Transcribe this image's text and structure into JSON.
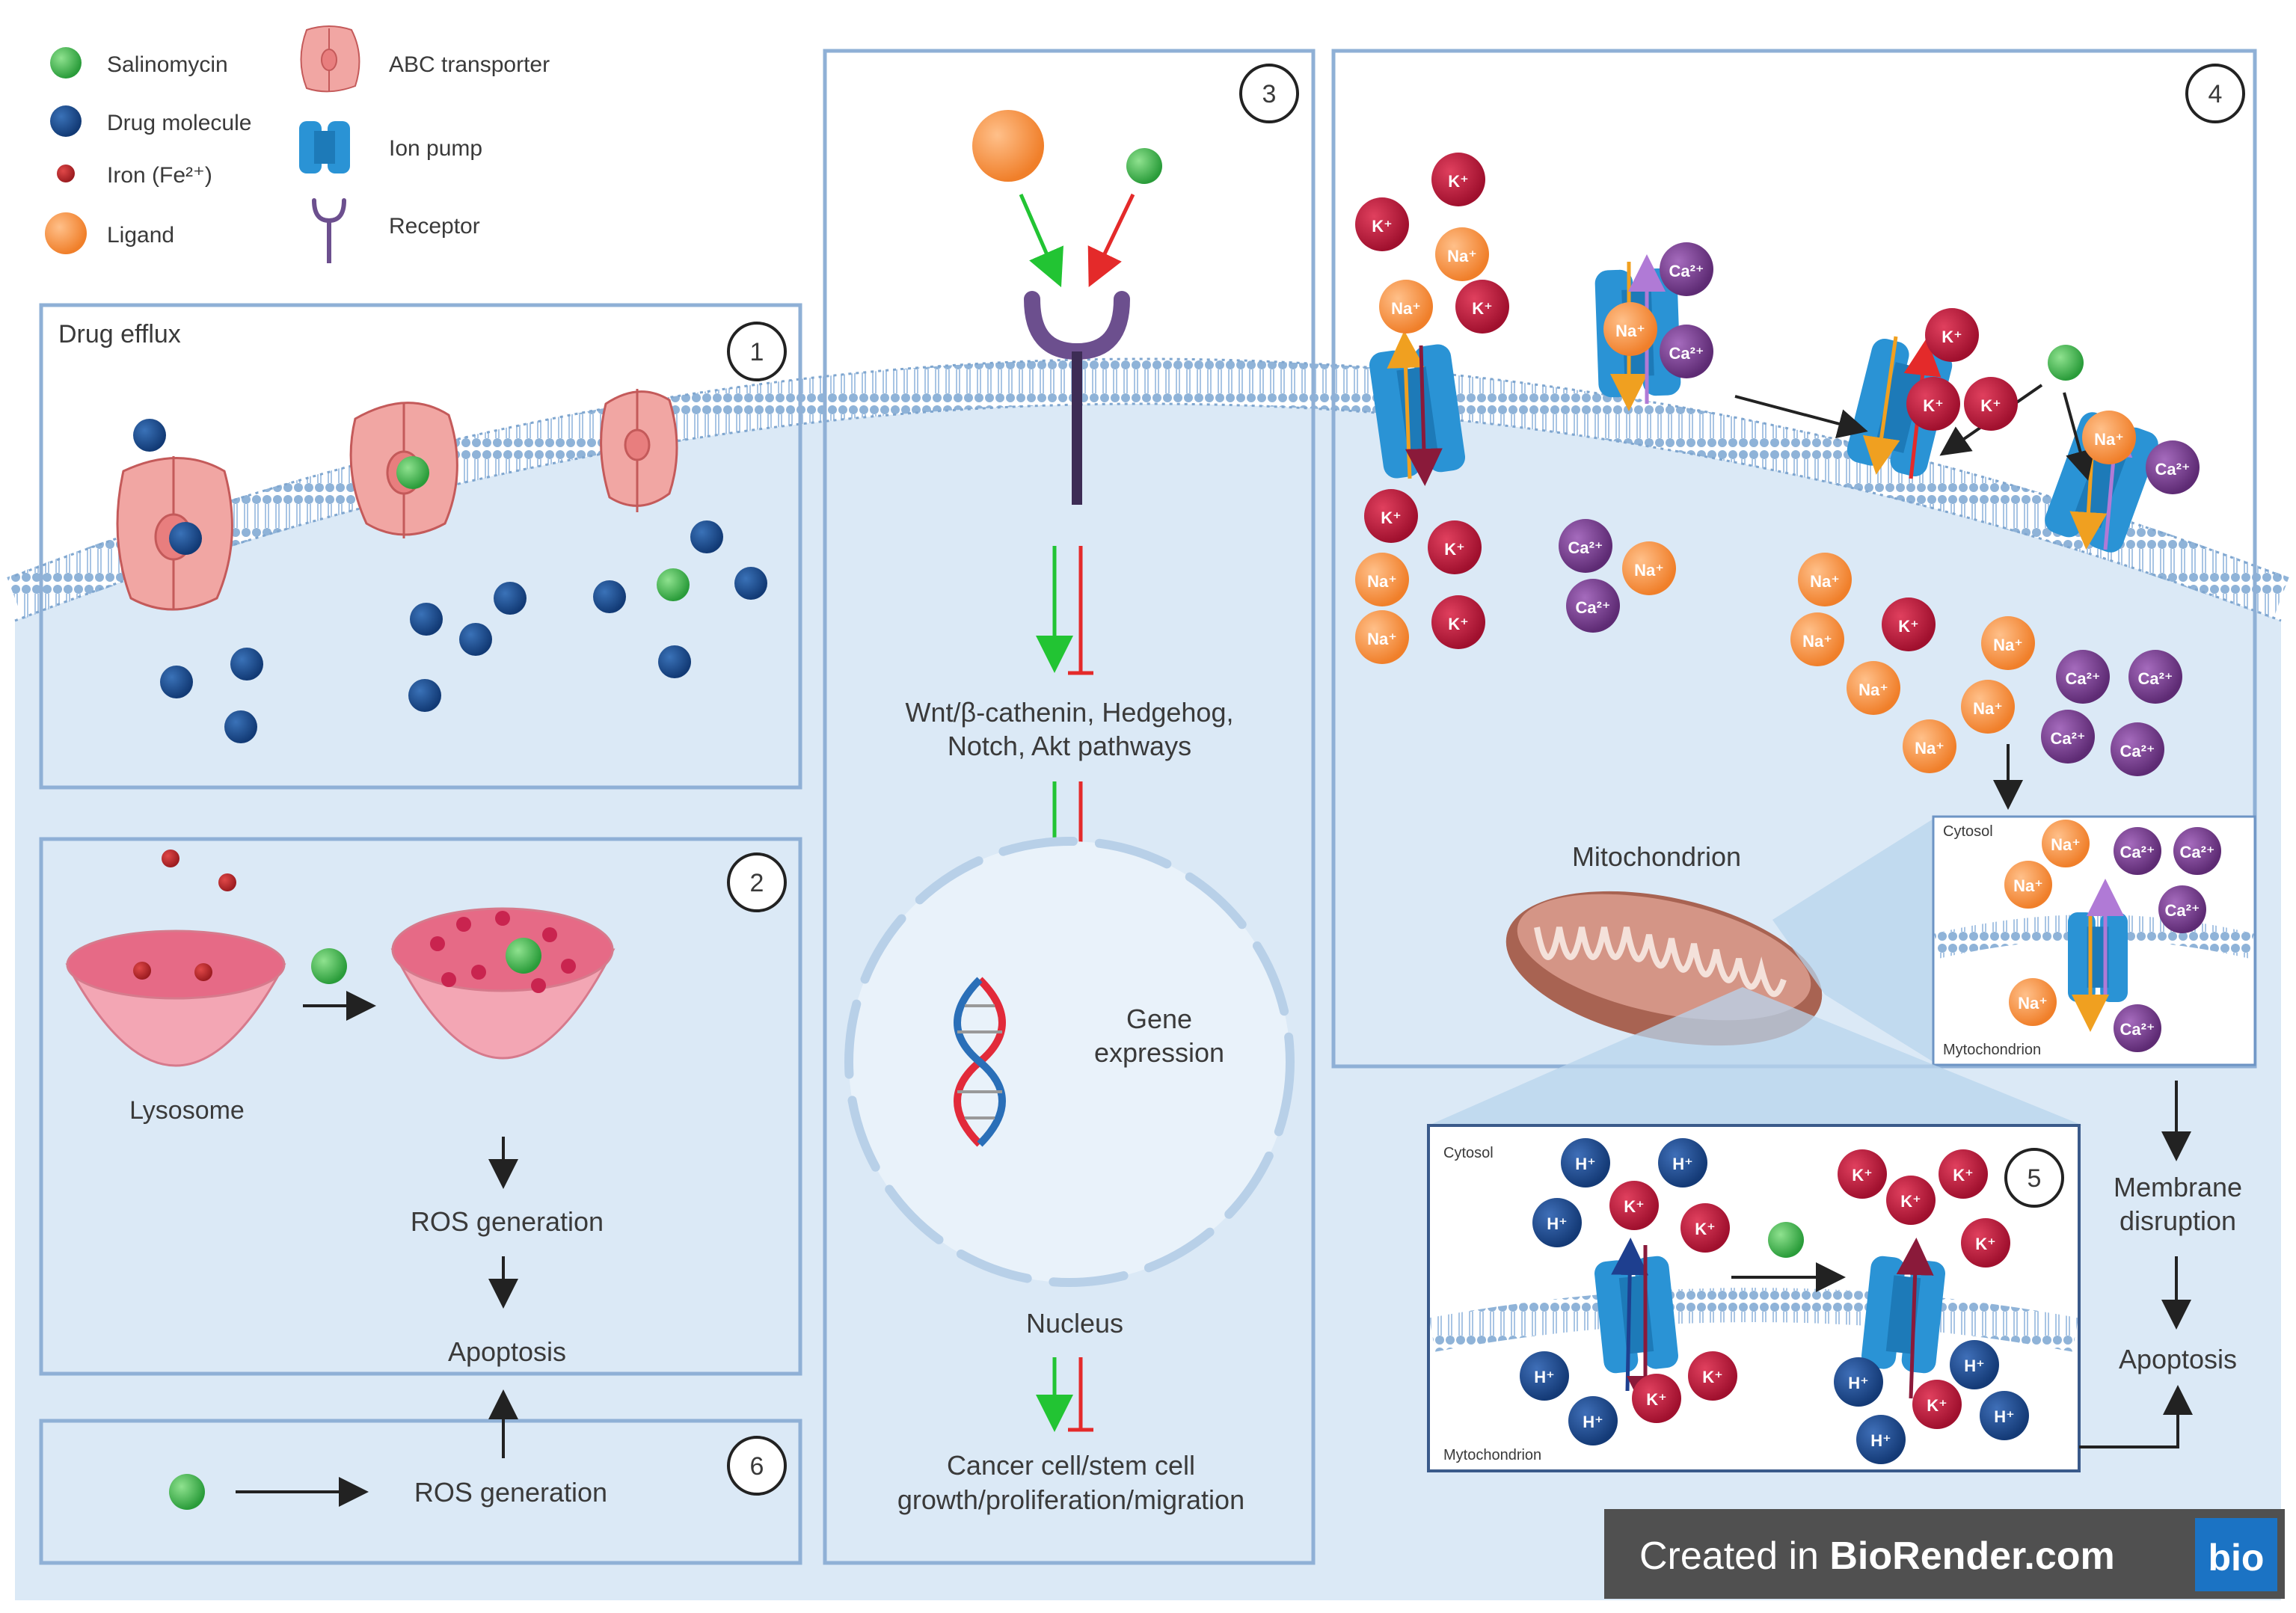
{
  "legend": {
    "salinomycin": "Salinomycin",
    "drug_molecule": "Drug molecule",
    "iron": "Iron (Fe²⁺)",
    "ligand": "Ligand",
    "abc_transporter": "ABC transporter",
    "ion_pump": "Ion pump",
    "receptor": "Receptor"
  },
  "panel1": {
    "number": "1",
    "title": "Drug efflux"
  },
  "panel2": {
    "number": "2",
    "lysosome": "Lysosome",
    "ros": "ROS generation",
    "apoptosis": "Apoptosis"
  },
  "panel6": {
    "number": "6",
    "ros": "ROS generation"
  },
  "panel3": {
    "number": "3",
    "pathways_line1": "Wnt/β-cathenin, Hedgehog,",
    "pathways_line2": "Notch, Akt pathways",
    "gene_line1": "Gene",
    "gene_line2": "expression",
    "nucleus": "Nucleus",
    "outcome_line1": "Cancer cell/stem cell",
    "outcome_line2": "growth/proliferation/migration"
  },
  "panel4": {
    "number": "4",
    "mitochondrion": "Mitochondrion",
    "inset_cytosol": "Cytosol",
    "inset_mito": "Mytochondrion"
  },
  "panel5": {
    "number": "5",
    "cytosol": "Cytosol",
    "mito": "Mytochondrion"
  },
  "right_flow": {
    "membrane1": "Membrane",
    "membrane2": "disruption",
    "apoptosis": "Apoptosis"
  },
  "ions": {
    "k": "K⁺",
    "na": "Na⁺",
    "ca": "Ca²⁺",
    "h": "H⁺"
  },
  "banner": {
    "prefix": "Created in ",
    "brand": "BioRender.com",
    "logo": "bio"
  },
  "colors": {
    "background": "#dbe9f6",
    "panel_border": "#8fb0d6",
    "membrane": "#7fa6cf",
    "salinomycin": "#3db34a",
    "drug": "#1d4f91",
    "iron": "#c0282d",
    "ligand": "#f59a47",
    "pump": "#2a93d5",
    "receptor": "#6c4f8e",
    "k_ion": "#c0183a",
    "na_ion": "#f58a3c",
    "ca_ion": "#7a3e8e",
    "h_ion": "#1e4c8f",
    "activate": "#22c433",
    "inhibit": "#e42a2a"
  }
}
